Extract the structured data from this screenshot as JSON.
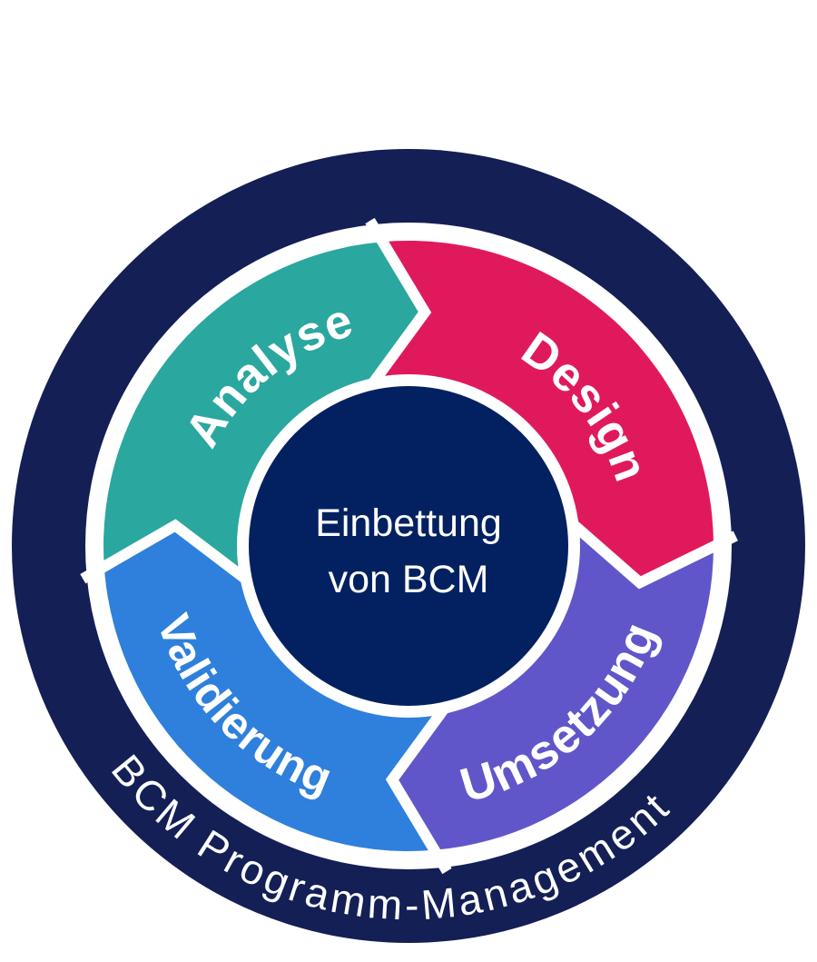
{
  "diagram": {
    "type": "cycle-diagram",
    "title_context": "BCM lifecycle wheel",
    "outer_ring": {
      "label": "BCM Programm-Management",
      "color": "#131f55"
    },
    "center": {
      "line1": "Einbettung",
      "line2": "von BCM",
      "color": "#032160",
      "text_color": "#ffffff"
    },
    "segments": [
      {
        "label": "Analyse",
        "color": "#2aa79f",
        "position": "top-left"
      },
      {
        "label": "Design",
        "color": "#e0195d",
        "position": "top-right"
      },
      {
        "label": "Umsetzung",
        "color": "#6156c9",
        "position": "bottom-right"
      },
      {
        "label": "Validierung",
        "color": "#2e80dc",
        "position": "bottom-left"
      }
    ],
    "colors": {
      "divider": "#ffffff",
      "label_text": "#ffffff",
      "background": "#ffffff"
    }
  }
}
